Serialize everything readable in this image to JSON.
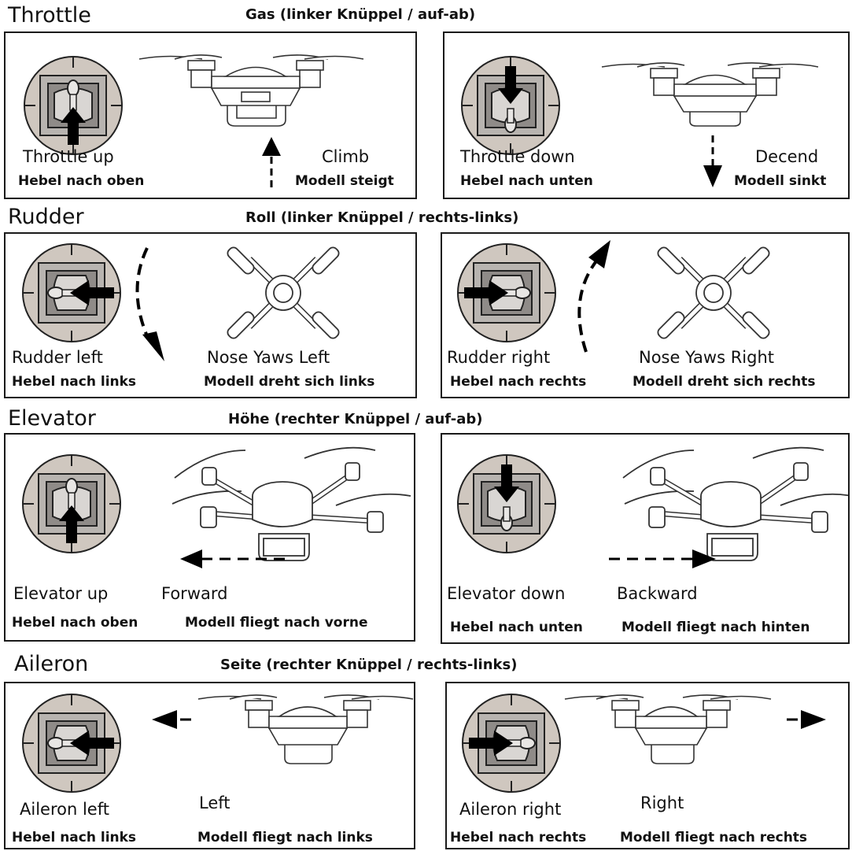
{
  "sections": [
    {
      "title": "Throttle",
      "subtitle": "Gas (linker Knüppel / auf-ab)",
      "left": {
        "control": "Throttle up",
        "control_de": "Hebel nach oben",
        "effect": "Climb",
        "effect_de": "Modell steigt"
      },
      "right": {
        "control": "Throttle down",
        "control_de": "Hebel nach unten",
        "effect": "Decend",
        "effect_de": "Modell sinkt"
      }
    },
    {
      "title": "Rudder",
      "subtitle": "Roll (linker Knüppel / rechts-links)",
      "left": {
        "control": "Rudder left",
        "control_de": "Hebel nach links",
        "effect": "Nose Yaws Left",
        "effect_de": "Modell dreht sich links"
      },
      "right": {
        "control": "Rudder right",
        "control_de": "Hebel nach rechts",
        "effect": "Nose Yaws Right",
        "effect_de": "Modell dreht sich rechts"
      }
    },
    {
      "title": "Elevator",
      "subtitle": "Höhe (rechter Knüppel / auf-ab)",
      "left": {
        "control": "Elevator up",
        "control_de": "Hebel nach oben",
        "effect": "Forward",
        "effect_de": "Modell fliegt nach vorne"
      },
      "right": {
        "control": "Elevator down",
        "control_de": "Hebel nach unten",
        "effect": "Backward",
        "effect_de": "Modell fliegt nach hinten"
      }
    },
    {
      "title": "Aileron",
      "subtitle": "Seite (rechter Knüppel / rechts-links)",
      "left": {
        "control": "Aileron left",
        "control_de": "Hebel nach links",
        "effect": "Left",
        "effect_de": "Modell fliegt nach links"
      },
      "right": {
        "control": "Aileron right",
        "control_de": "Hebel nach rechts",
        "effect": "Right",
        "effect_de": "Modell fliegt nach rechts"
      }
    }
  ],
  "icons": {
    "stick": "joystick-icon",
    "drone_side": "drone-side-view-icon",
    "drone_top": "drone-top-view-icon",
    "drone_persp": "drone-perspective-icon"
  },
  "colors": {
    "stick_fill": "#cfc7bf",
    "line": "#111111"
  }
}
